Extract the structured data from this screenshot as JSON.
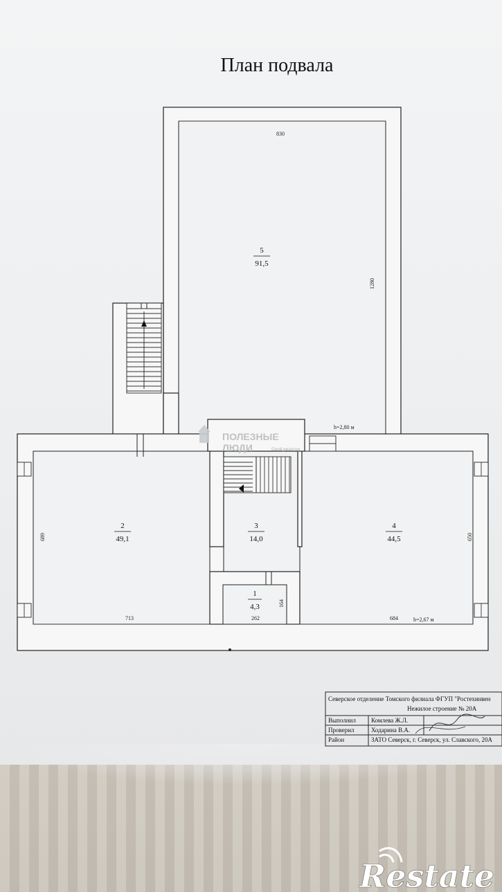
{
  "title": "План подвала",
  "rooms": [
    {
      "id": "1",
      "number": "1",
      "area": "4,3"
    },
    {
      "id": "2",
      "number": "2",
      "area": "49,1"
    },
    {
      "id": "3",
      "number": "3",
      "area": "14,0"
    },
    {
      "id": "4",
      "number": "4",
      "area": "44,5"
    },
    {
      "id": "5",
      "number": "5",
      "area": "91,5"
    }
  ],
  "dimensions": {
    "top_width": "830",
    "room5_height": "1280",
    "room2_height": "689",
    "room4_height": "650",
    "bottom_left": "713",
    "bottom_mid": "262",
    "bottom_right": "684",
    "room1_side": "164",
    "height_upper": "h=2,80 м",
    "height_lower": "h=2,67 м"
  },
  "watermark": {
    "line1": "ПОЛЕЗНЫЕ",
    "line2": "ЛЮДИ",
    "small": "Свой риэлтор"
  },
  "title_block": {
    "org": "Северское отделение Томского филиала ФГУП \"Ростехинвен",
    "building": "Нежилое строение № 20А",
    "rows": [
      {
        "label": "Выполнил",
        "value": "Комлева Ж.Л."
      },
      {
        "label": "Проверил",
        "value": "Ходарина В.А."
      },
      {
        "label": "Район",
        "value": "ЗАТО Северск, г. Северск, ул. Славского, 20А"
      }
    ]
  },
  "brand": {
    "text": "Restate"
  }
}
